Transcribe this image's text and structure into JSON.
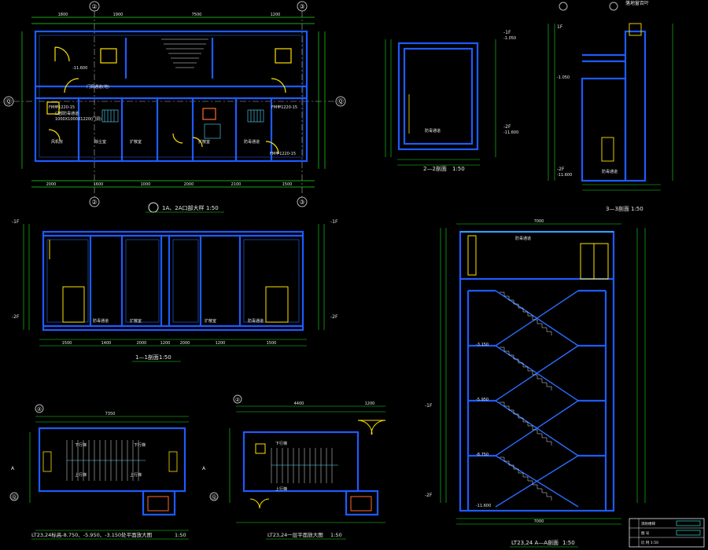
{
  "colors": {
    "wall": "#1e5bff",
    "dim": "#19e019",
    "text": "#e8e8e8",
    "door": "#ffe000",
    "grid": "#b4b4b4",
    "fire": "#ff6a2a",
    "stair": "#4fe0ff",
    "cyan": "#33ffff"
  },
  "plan1a2a": {
    "title": "1A、2A口部大样",
    "scale": "1:50",
    "axis_top_left": "②",
    "axis_top_right": "③",
    "axis_bottom_left": "②",
    "axis_bottom_right": "③",
    "axis_side": "Ⓠ",
    "door_labels": [
      "FM甲1220-15",
      "FM甲1220-15",
      "FM甲1220-15"
    ],
    "room_labels": [
      "风机房",
      "扩散室",
      "扩散室",
      "除尘室",
      "防毒通道"
    ],
    "notes": [
      "门洞通道(地)",
      "口部防毒通道",
      "1000X1000X1220(门洞)",
      "-11.600"
    ],
    "dims_top": [
      "1800",
      "1900",
      "7500",
      "1200"
    ],
    "dims_bottom": [
      "2000",
      "1600",
      "1000",
      "2000",
      "2100",
      "1500"
    ]
  },
  "section22": {
    "title": "2—2剖面",
    "scale": "1:50",
    "levels": [
      "-1F",
      "-1.050",
      "-2F",
      "-11.600"
    ],
    "room": "防毒通道"
  },
  "section33": {
    "title": "3—3剖面",
    "scale": "1:50",
    "top_label": "落地窗百叶",
    "levels": [
      "1F",
      "-1.050",
      "-2F",
      "-11.600"
    ],
    "room": "防毒通道"
  },
  "section11": {
    "title": "1—1剖面",
    "scale": "1:50",
    "levels_left": [
      "-1F",
      "-2F"
    ],
    "levels_right": [
      "-1F",
      "-2F"
    ],
    "room_labels": [
      "防毒通道",
      "扩散室",
      "扩散室",
      "防毒通道"
    ],
    "dims": [
      "1500",
      "1400",
      "2000",
      "1200",
      "2000",
      "1200",
      "1500"
    ]
  },
  "planLT": {
    "title": "LT23,24标高-8.750、-5.950、-3.150处平面放大图",
    "scale": "1:50",
    "axis": "②",
    "axis_side": "Ⓠ",
    "side_marks": [
      "A",
      "A"
    ],
    "labels": [
      "下行梯",
      "下行梯",
      "上行梯",
      "上行梯"
    ],
    "dim_top": "7350"
  },
  "planLT1": {
    "title": "LT23,24一层平面放大图",
    "scale": "1:50",
    "axis": "②",
    "axis_side": "Ⓠ",
    "labels": [
      "下行梯",
      "上行梯"
    ],
    "dims": [
      "4400",
      "1200"
    ]
  },
  "sectionAA": {
    "title": "LT23,24 A—A剖面",
    "scale": "1:50",
    "levels_left": [
      "-1F",
      "-2F"
    ],
    "elevations": [
      "-3.150",
      "-5.950",
      "-8.750",
      "-11.600"
    ],
    "top_label": "防毒通道",
    "dim_top": "7000",
    "dim_bottom": "7000"
  },
  "titleblock": {
    "rows": [
      "消防楼梯",
      "图 号",
      "比 例 1:50"
    ]
  }
}
